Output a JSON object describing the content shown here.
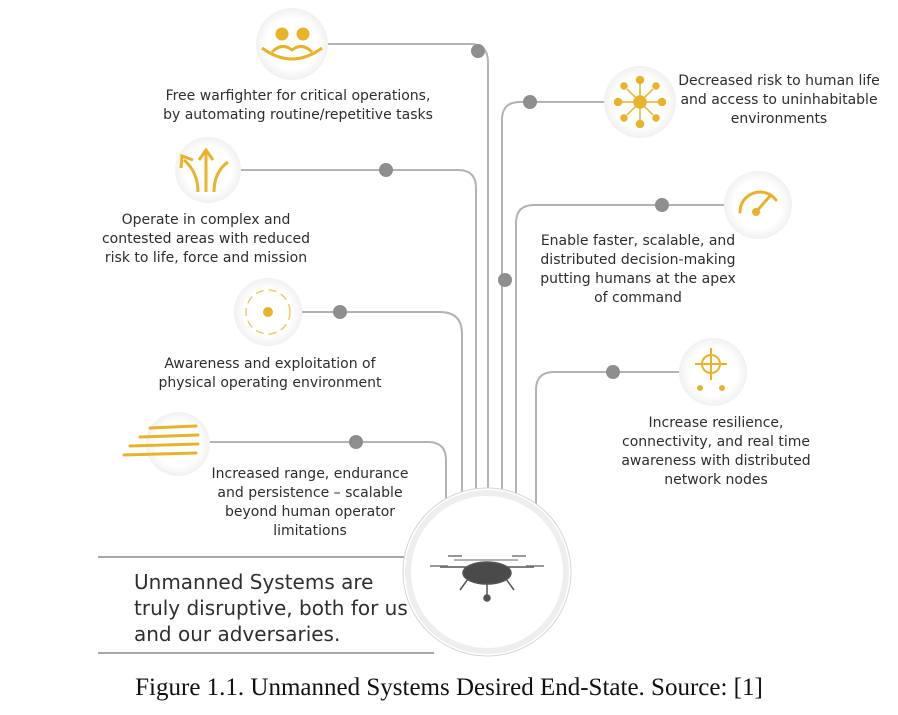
{
  "benefits": [
    {
      "id": "warfighter",
      "icon": "people-handshake-icon",
      "lines": [
        "Free warfighter for critical operations,",
        "by automating routine/repetitive tasks"
      ]
    },
    {
      "id": "complex",
      "icon": "diverging-arrows-icon",
      "lines": [
        "Operate in complex and",
        "contested areas with reduced",
        "risk to life, force and mission"
      ]
    },
    {
      "id": "awareness",
      "icon": "target-dot-icon",
      "lines": [
        "Awareness and exploitation of",
        "physical operating environment"
      ]
    },
    {
      "id": "range",
      "icon": "speed-lines-icon",
      "lines": [
        "Increased range, endurance",
        "and persistence – scalable",
        "beyond human operator",
        "limitations"
      ]
    },
    {
      "id": "risk",
      "icon": "network-node-icon",
      "lines": [
        "Decreased risk to human life",
        "and access to uninhabitable",
        "environments"
      ]
    },
    {
      "id": "decision",
      "icon": "speedometer-icon",
      "lines": [
        "Enable faster, scalable, and",
        "distributed decision-making",
        "putting humans at the apex",
        "of command"
      ]
    },
    {
      "id": "resilience",
      "icon": "crosshair-icon",
      "lines": [
        "Increase resilience,",
        "connectivity, and real time",
        "awareness with distributed",
        "network nodes"
      ]
    }
  ],
  "hub": {
    "icon": "drone-icon"
  },
  "tagline": [
    "Unmanned Systems are",
    "truly disruptive, both for us",
    "and our adversaries."
  ],
  "caption": "Figure 1.1. Unmanned Systems Desired End-State. Source: [1]",
  "colors": {
    "accent": "#e8b32a",
    "line": "#b3b3b3",
    "node": "#8e8e8e",
    "text": "#2d2d2d"
  }
}
